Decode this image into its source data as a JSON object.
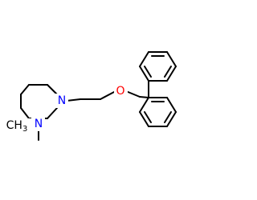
{
  "diagram": {
    "type": "chemical-structure",
    "colors": {
      "bond": "#000000",
      "nitrogen": "#0000ff",
      "oxygen": "#ff0000",
      "carbon_label": "#000000",
      "background": "#ffffff"
    },
    "atom_labels": {
      "n_top": "N",
      "n_bottom": "N",
      "oxygen": "O",
      "methyl": "CH",
      "methyl_subscript": "3"
    }
  }
}
